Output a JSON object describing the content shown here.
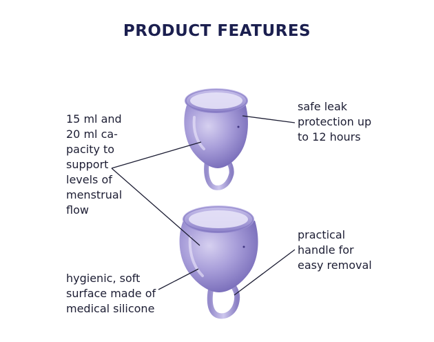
{
  "page": {
    "title": "PRODUCT FEATURES"
  },
  "features": {
    "capacity": {
      "lines": [
        "15 ml and",
        "20 ml ca-",
        "pacity to",
        "support",
        "levels of",
        "menstrual",
        "flow"
      ]
    },
    "leak": {
      "lines": [
        "safe leak",
        "protection up",
        "to 12 hours"
      ]
    },
    "handle": {
      "lines": [
        "practical",
        "handle for",
        "easy removal"
      ]
    },
    "silicone": {
      "lines": [
        "hygienic, soft",
        "surface made of",
        "medical silicone"
      ]
    }
  },
  "colors": {
    "title": "#1b1f4f",
    "cup_body": "#a89ed8",
    "cup_dark": "#6f63b3",
    "cup_light": "#d6d0f0",
    "leader_line": "#1c1d33"
  },
  "products": [
    {
      "name": "menstrual-cup-small"
    },
    {
      "name": "menstrual-cup-large"
    }
  ]
}
